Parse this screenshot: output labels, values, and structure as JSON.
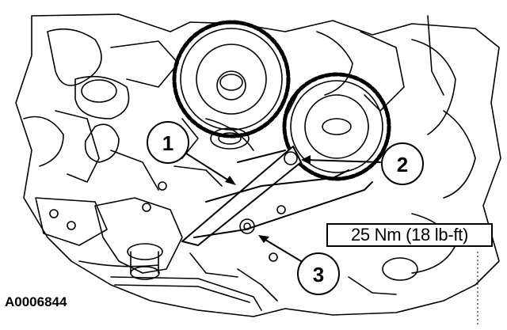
{
  "callouts": [
    {
      "number": "1"
    },
    {
      "number": "2"
    },
    {
      "number": "3"
    }
  ],
  "torque_spec": "25 Nm (18 lb-ft)",
  "figure_id": "A0006844",
  "colors": {
    "line": "#000000",
    "background": "#ffffff"
  }
}
